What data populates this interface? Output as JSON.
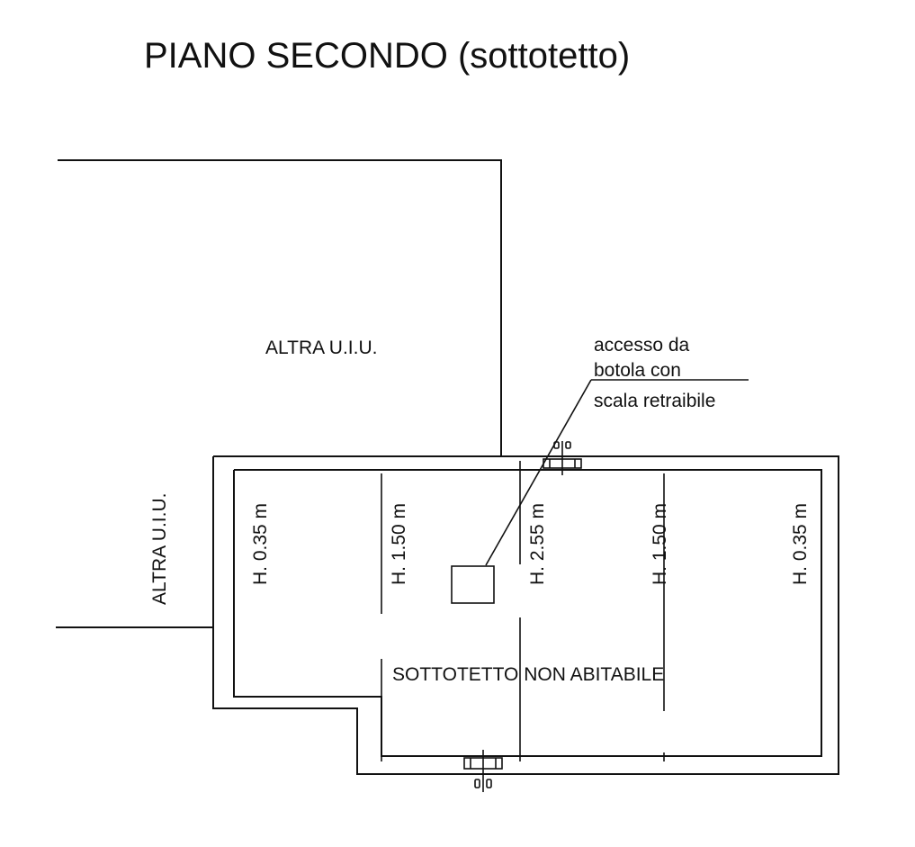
{
  "drawing": {
    "title": "PIANO SECONDO (sottotetto)",
    "areas": {
      "upper_neighbor": "ALTRA U.I.U.",
      "left_neighbor": "ALTRA U.I.U.",
      "attic": "SOTTOTETTO NON ABITABILE"
    },
    "access_note": [
      "accesso da",
      "botola con",
      "scala retraibile"
    ],
    "heights": [
      "H. 0.35 m",
      "H. 1.50 m",
      "H. 2.55 m",
      "H. 1.50 m",
      "H. 0.35 m"
    ]
  }
}
